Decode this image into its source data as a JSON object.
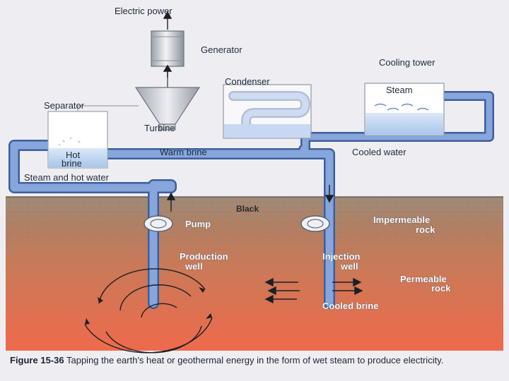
{
  "labels": {
    "electric_power": "Electric power",
    "generator": "Generator",
    "cooling_tower": "Cooling tower",
    "condenser": "Condenser",
    "steam": "Steam",
    "separator": "Separator",
    "turbine": "Turbine",
    "hot_brine_1": "Hot",
    "hot_brine_2": "brine",
    "warm_brine": "Warm brine",
    "cooled_water": "Cooled water",
    "steam_and_hot_water": "Steam and hot water",
    "black": "Black",
    "pump": "Pump",
    "impermeable_1": "Impermeable",
    "impermeable_2": "rock",
    "production_1": "Production",
    "production_2": "well",
    "injection_1": "Injection",
    "injection_2": "well",
    "permeable_1": "Permeable",
    "permeable_2": "rock",
    "cooled_brine": "Cooled brine"
  },
  "caption": {
    "number": "Figure 15-36",
    "text": "Tapping the earth's heat or geothermal energy in the form of wet steam to produce electricity."
  },
  "colors": {
    "pipe": "#7f9fd6",
    "pipe_outline": "#3e5f9e",
    "rock_upper": "#9a8472",
    "rock_lower": "#e86a4a",
    "water": "#b9d3f0"
  }
}
